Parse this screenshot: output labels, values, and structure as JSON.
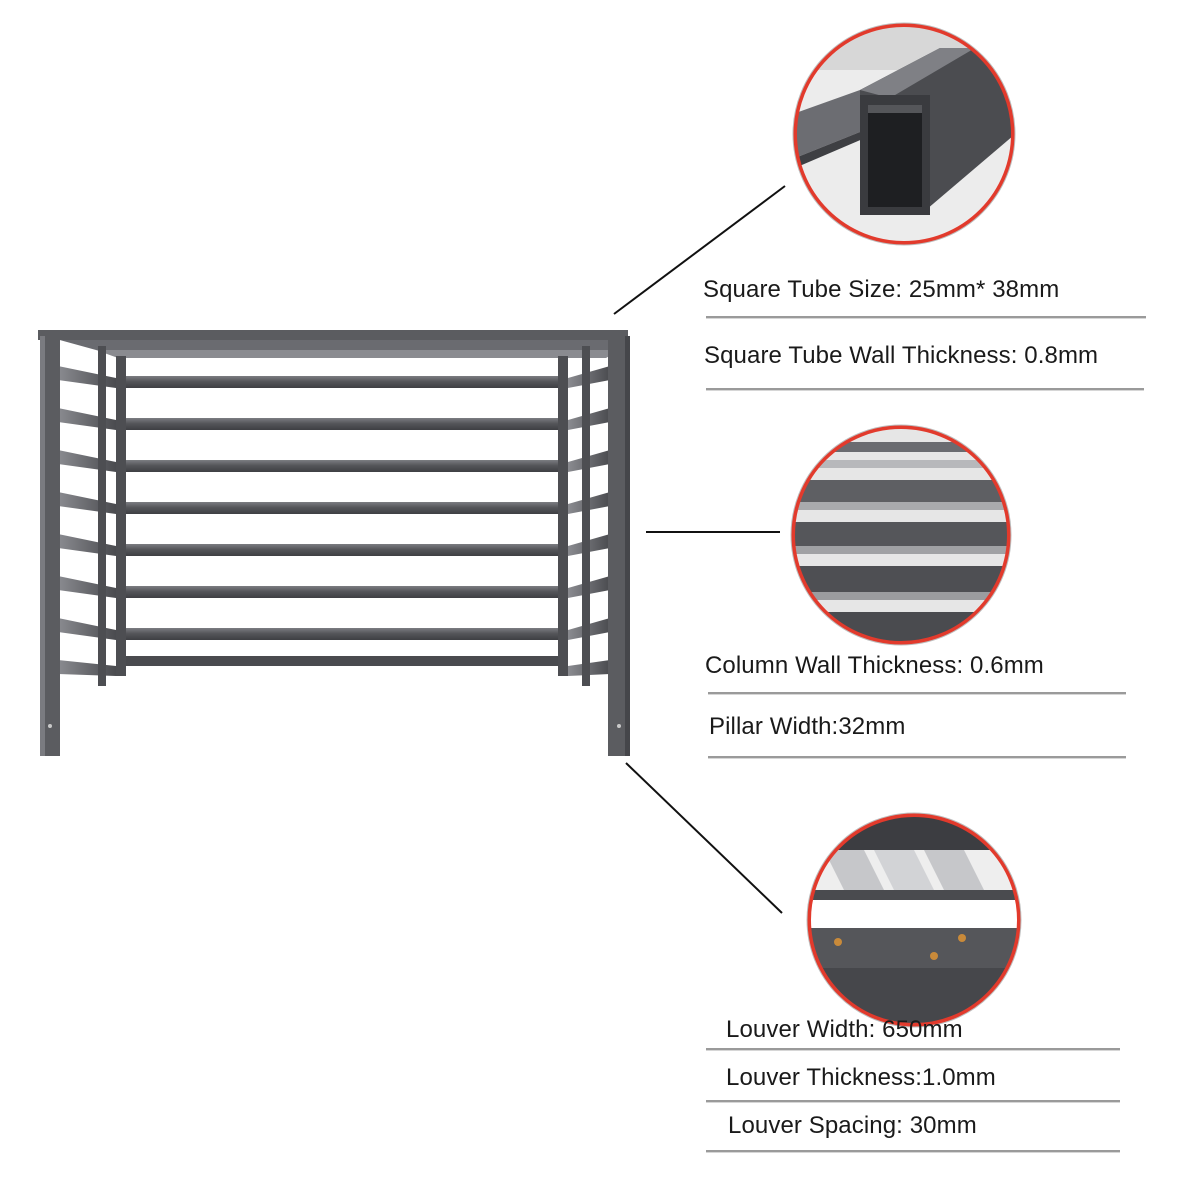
{
  "specs": {
    "square_tube_size": "Square Tube Size: 25mm* 38mm",
    "square_tube_wall": "Square Tube Wall Thickness: 0.8mm",
    "column_wall": "Column Wall Thickness: 0.6mm",
    "pillar_width": "Pillar Width:32mm",
    "louver_width": "Louver Width: 650mm",
    "louver_thickness": "Louver Thickness:1.0mm",
    "louver_spacing": "Louver Spacing: 30mm"
  },
  "colors": {
    "frame": "#5b5c60",
    "frame_dark": "#3f4044",
    "frame_light": "#8a8b90",
    "circle_border": "#e23a2c",
    "rule": "#9a9a9a"
  },
  "icons": {
    "detail_1": "square-tube-closeup",
    "detail_2": "louver-slats-closeup",
    "detail_3": "louver-joint-closeup"
  }
}
